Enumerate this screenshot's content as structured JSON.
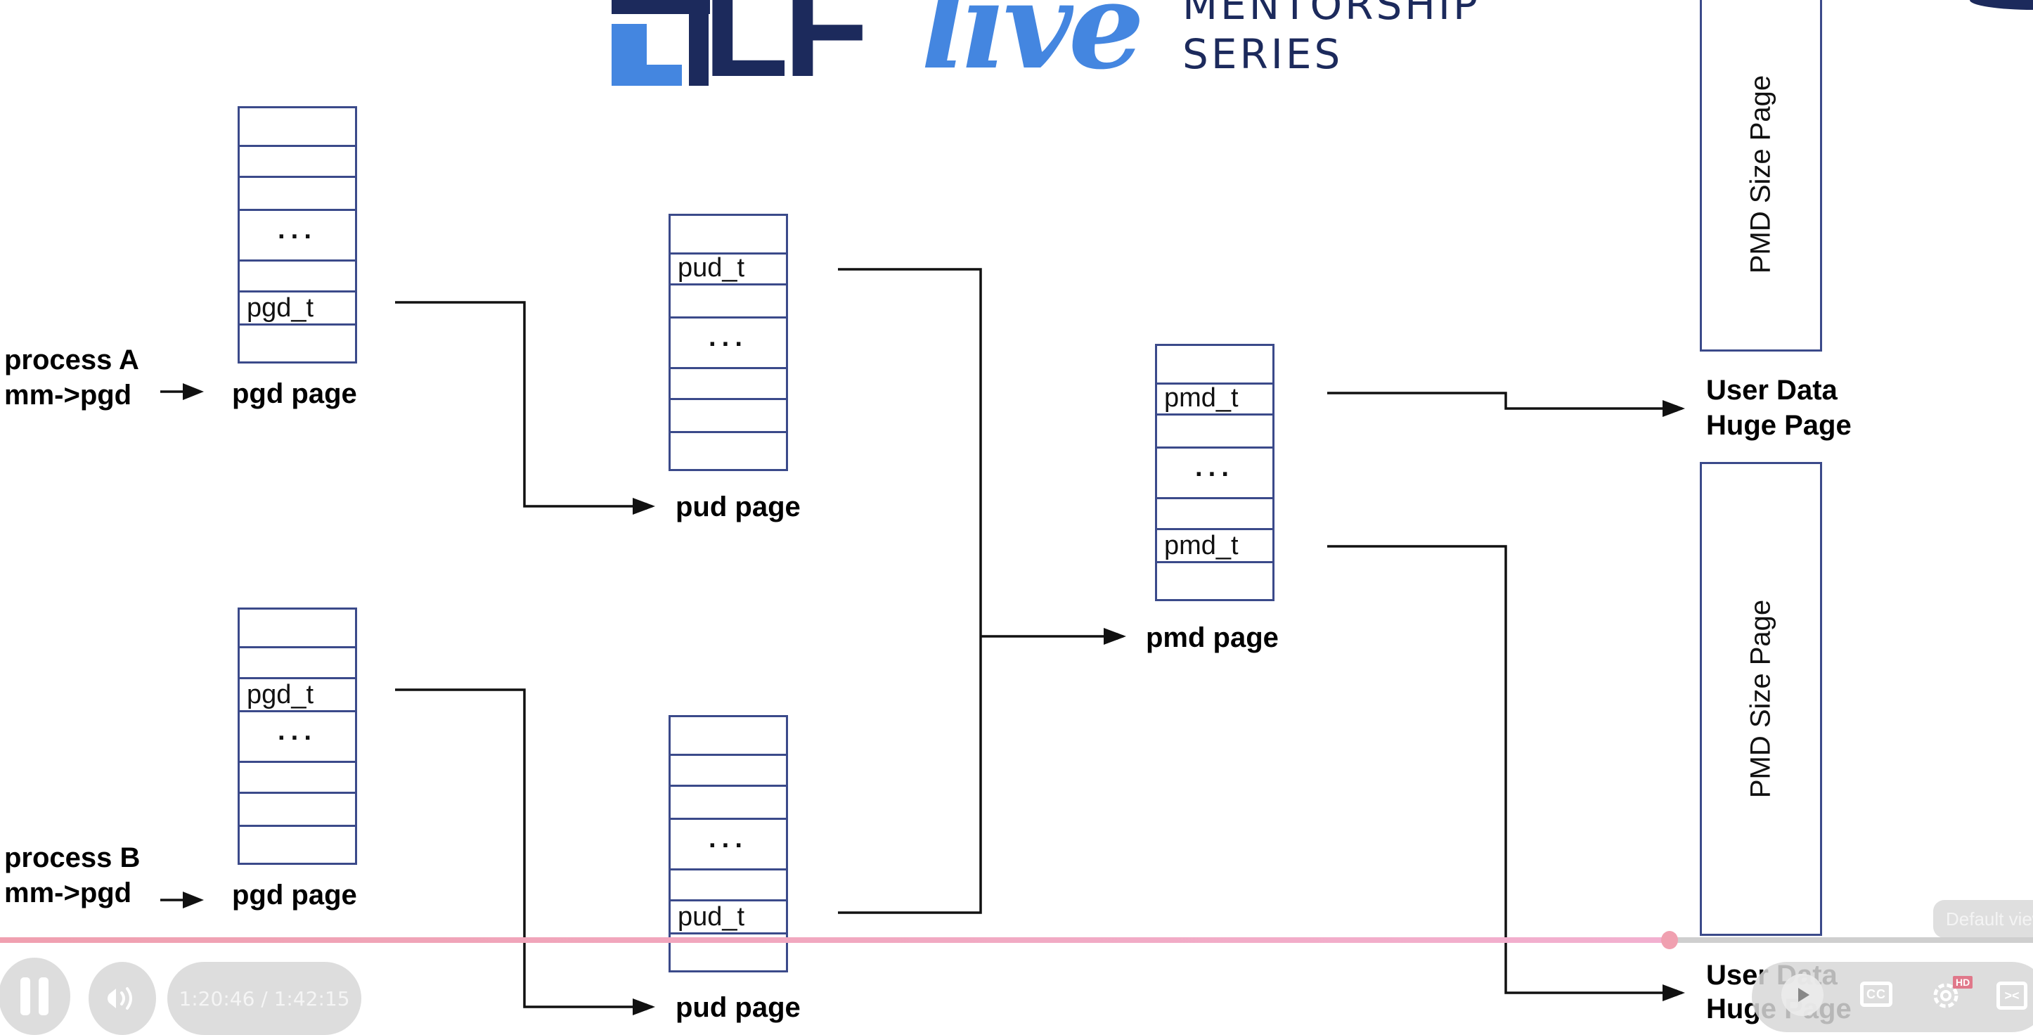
{
  "logo": {
    "letters": "LF",
    "script_word": "live",
    "line1": "MENTORSHIP",
    "line2": "SERIES",
    "colors": {
      "dark": "#1c2a5c",
      "light": "#4486e0"
    }
  },
  "diagram": {
    "processes": [
      {
        "name": "process A",
        "pointer": "mm->pgd"
      },
      {
        "name": "process B",
        "pointer": "mm->pgd"
      }
    ],
    "tables": {
      "pgd_a": {
        "label": "pgd page",
        "rows": [
          "",
          "",
          "",
          "···",
          "",
          "pgd_t",
          ""
        ]
      },
      "pgd_b": {
        "label": "pgd page",
        "rows": [
          "",
          "",
          "pgd_t",
          "···",
          "",
          "",
          ""
        ]
      },
      "pud_a": {
        "label": "pud page",
        "rows": [
          "",
          "pud_t",
          "",
          "···",
          "",
          "",
          ""
        ]
      },
      "pud_b": {
        "label": "pud page",
        "rows": [
          "",
          "",
          "",
          "···",
          "",
          "pud_t",
          ""
        ]
      },
      "pmd": {
        "label": "pmd page",
        "rows": [
          "",
          "pmd_t",
          "",
          "···",
          "",
          "pmd_t",
          ""
        ]
      }
    },
    "huge_pages": [
      {
        "box_text": "PMD Size Page",
        "label_line1": "User Data",
        "label_line2": "Huge Page"
      },
      {
        "box_text": "PMD Size Page",
        "label_line1": "User Data",
        "label_line2": "Huge Page"
      }
    ],
    "colors": {
      "table_border": "#3b4a8a",
      "connector": "#111111"
    }
  },
  "player": {
    "current_time": "1:20:46",
    "duration": "1:42:15",
    "time_display": "1:20:46 / 1:42:15",
    "progress_fraction": 0.79,
    "default_view_label": "Default view",
    "hd_badge": "HD",
    "cc_label": "CC",
    "accent_color": "#f0a0b0",
    "icons": [
      "pause-icon",
      "volume-icon",
      "play-icon",
      "cc-icon",
      "settings-icon",
      "exit-theater-icon"
    ]
  }
}
